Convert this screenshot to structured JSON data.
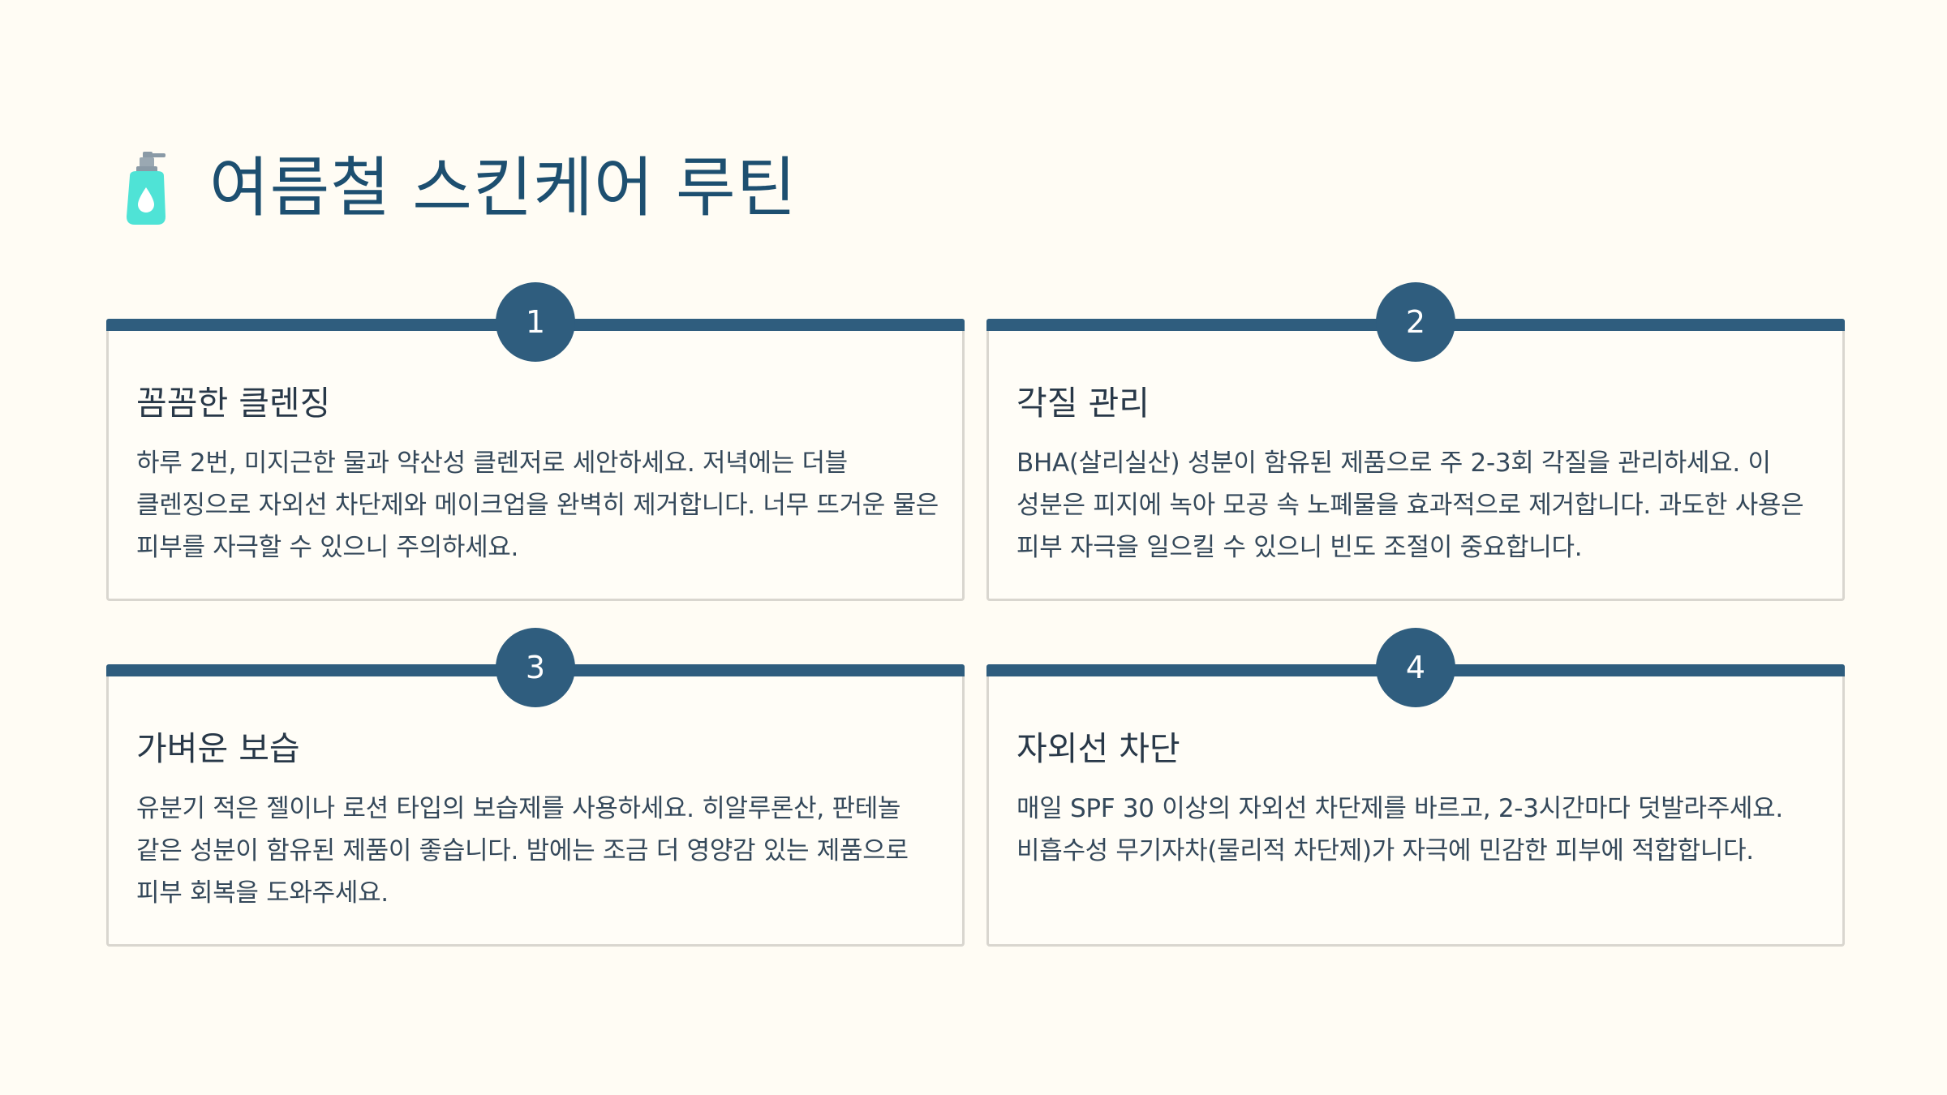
{
  "header": {
    "title": "여름철 스킨케어 루틴",
    "icon": "lotion-bottle-icon",
    "icon_color": "#4fe3d6"
  },
  "colors": {
    "background": "#fffcf4",
    "accent": "#2f5d7e",
    "title": "#1d4f70",
    "card_border": "#d9d6cf"
  },
  "cards": [
    {
      "number": "1",
      "title": "꼼꼼한 클렌징",
      "body": "하루 2번, 미지근한 물과 약산성 클렌저로 세안하세요. 저녁에는 더블 클렌징으로 자외선 차단제와 메이크업을 완벽히 제거합니다. 너무 뜨거운 물은 피부를 자극할 수 있으니 주의하세요."
    },
    {
      "number": "2",
      "title": "각질 관리",
      "body": "BHA(살리실산) 성분이 함유된 제품으로 주 2-3회 각질을 관리하세요. 이 성분은 피지에 녹아 모공 속 노폐물을 효과적으로 제거합니다. 과도한 사용은 피부 자극을 일으킬 수 있으니 빈도 조절이 중요합니다."
    },
    {
      "number": "3",
      "title": "가벼운 보습",
      "body": "유분기 적은 젤이나 로션 타입의 보습제를 사용하세요. 히알루론산, 판테놀 같은 성분이 함유된 제품이 좋습니다. 밤에는 조금 더 영양감 있는 제품으로 피부 회복을 도와주세요."
    },
    {
      "number": "4",
      "title": "자외선 차단",
      "body": "매일 SPF 30 이상의 자외선 차단제를 바르고, 2-3시간마다 덧발라주세요. 비흡수성 무기자차(물리적 차단제)가 자극에 민감한 피부에 적합합니다."
    }
  ]
}
